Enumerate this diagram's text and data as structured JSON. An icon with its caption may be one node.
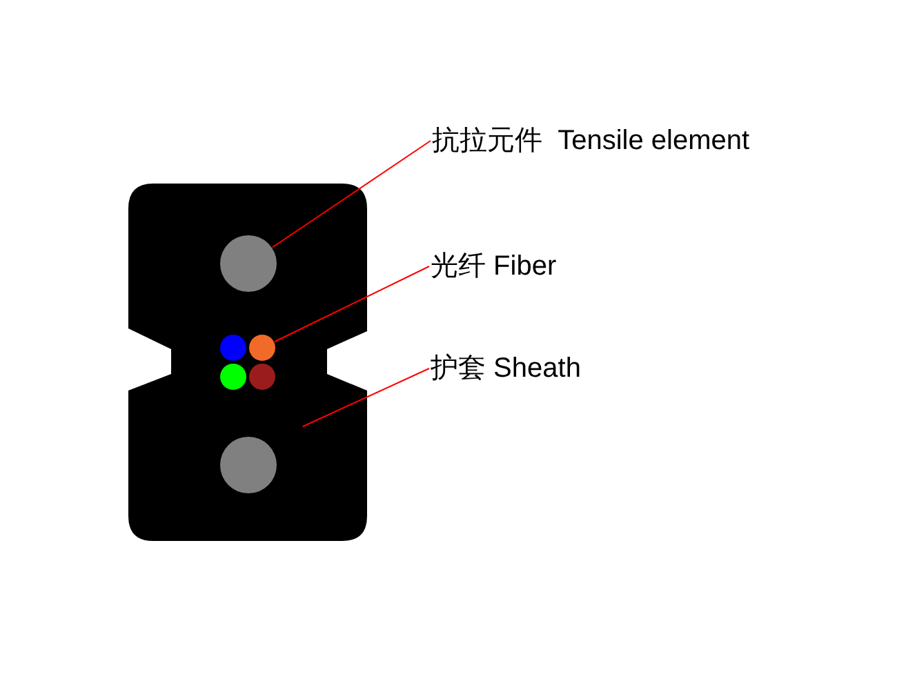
{
  "diagram": {
    "nodes": [
      {
        "text": [],
        "shape": "box"
      },
      {
        "text": [],
        "shape": "circle",
        "in": 0
      },
      {
        "text": [],
        "shape": "circle",
        "in": 0
      },
      {
        "text": [],
        "shape": "circle",
        "in": 0
      },
      {
        "text": [],
        "shape": "circle",
        "in": 0
      },
      {
        "text": [],
        "shape": "circle",
        "in": 0
      },
      {
        "text": [],
        "shape": "circle",
        "in": 0
      },
      {
        "text": [
          "抗拉元件  Tensile element"
        ]
      },
      {
        "text": [
          "光纤 Fiber"
        ]
      },
      {
        "text": [
          "护套 Sheath"
        ]
      }
    ],
    "edges": [
      {
        "from": 7,
        "to": 1,
        "arrow": "none"
      },
      {
        "from": 8,
        "to": 3,
        "arrow": "none"
      },
      {
        "from": 9,
        "to": 0,
        "arrow": "none"
      }
    ]
  }
}
